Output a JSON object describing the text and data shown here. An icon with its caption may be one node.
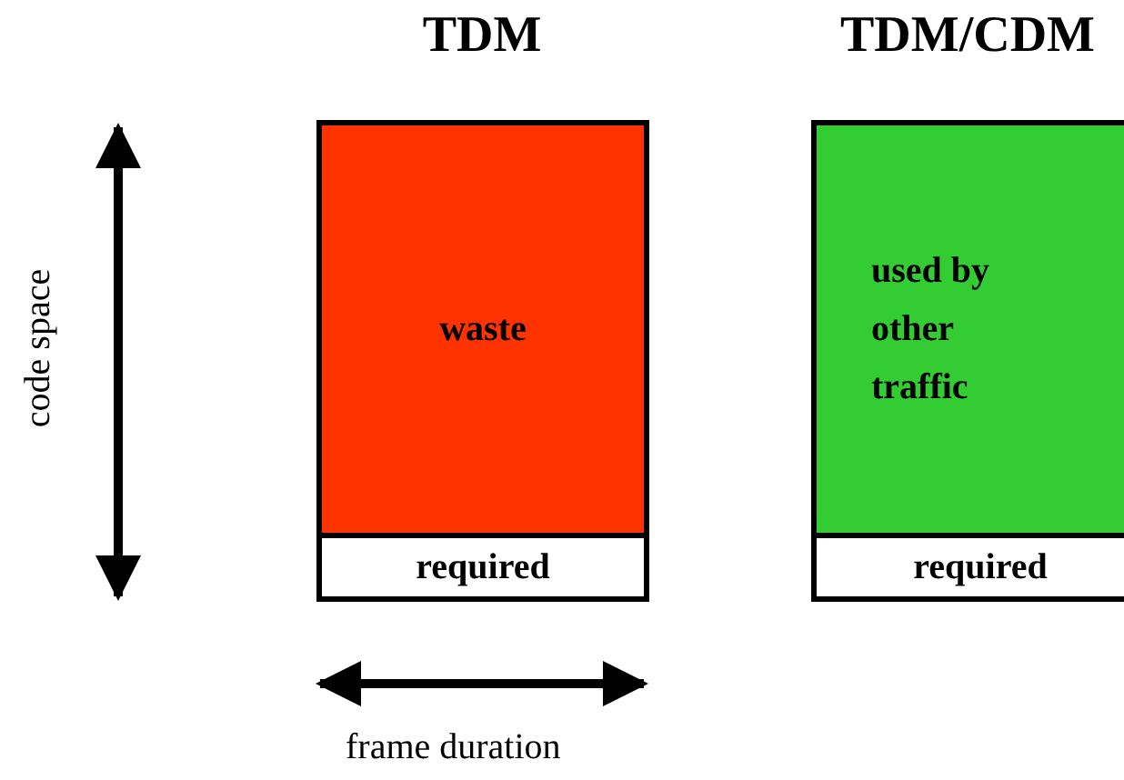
{
  "diagram": {
    "nodes": [
      {
        "text": [
          "TDM"
        ]
      },
      {
        "text": [
          "waste"
        ],
        "in": 0
      },
      {
        "text": [
          "required"
        ],
        "in": 0
      },
      {
        "text": [
          "TDM/CDM"
        ]
      },
      {
        "text": [
          "used by other traffic"
        ],
        "in": 3
      },
      {
        "text": [
          "required"
        ],
        "in": 3
      }
    ],
    "edges": [],
    "labels": [
      "code space",
      "frame duration"
    ]
  }
}
